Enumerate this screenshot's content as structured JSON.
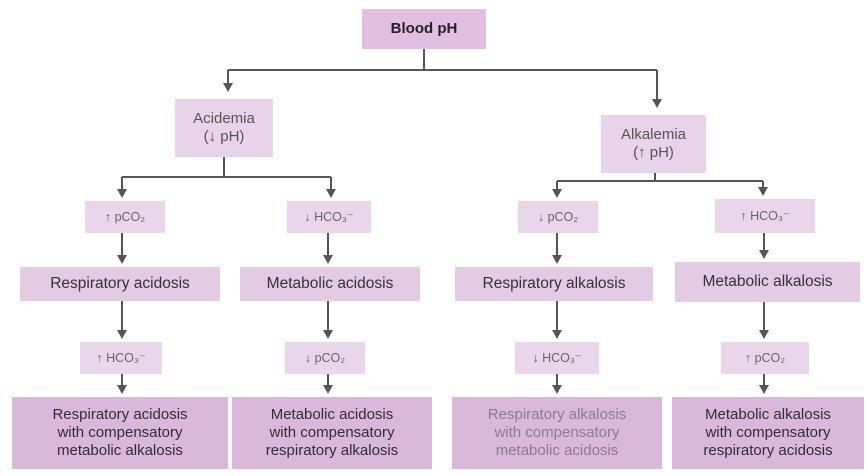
{
  "root": {
    "label": "Blood pH"
  },
  "branches": [
    {
      "label": "Acidemia\n(↓ pH)",
      "children": [
        {
          "indicator": "↑ pCO₂",
          "disorder": "Respiratory acidosis",
          "compensation": "↑ HCO₃⁻",
          "result": "Respiratory acidosis\nwith compensatory\nmetabolic alkalosis"
        },
        {
          "indicator": "↓ HCO₃⁻",
          "disorder": "Metabolic acidosis",
          "compensation": "↓ pCO₂",
          "result": "Metabolic acidosis\nwith compensatory\nrespiratory alkalosis"
        }
      ]
    },
    {
      "label": "Alkalemia\n(↑ pH)",
      "children": [
        {
          "indicator": "↓ pCO₂",
          "disorder": "Respiratory alkalosis",
          "compensation": "↓ HCO₃⁻",
          "result": "Respiratory alkalosis\nwith compensatory\nmetabolic acidosis"
        },
        {
          "indicator": "↑ HCO₃⁻",
          "disorder": "Metabolic alkalosis",
          "compensation": "↑ pCO₂",
          "result": "Metabolic alkalosis\nwith compensatory\nrespiratory acidosis"
        }
      ]
    }
  ],
  "colors": {
    "box_fill": "#e6cfe6",
    "result_fill": "#d9b8dc",
    "line": "#555555"
  }
}
